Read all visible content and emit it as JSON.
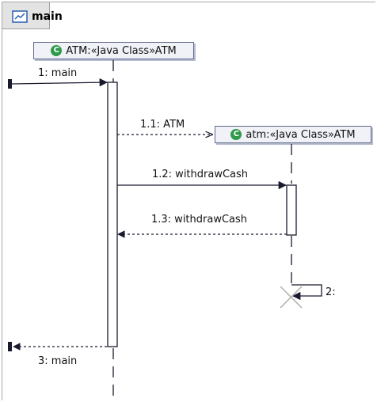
{
  "tab": {
    "title": "main",
    "icon": "sequence-diagram-icon"
  },
  "lifelines": [
    {
      "label": "ATM:«Java Class»ATM",
      "icon": "class-icon",
      "icon_letter": "C"
    },
    {
      "label": "atm:«Java Class»ATM",
      "icon": "class-icon",
      "icon_letter": "C"
    }
  ],
  "messages": [
    {
      "label": "1: main",
      "kind": "call"
    },
    {
      "label": "1.1: ATM",
      "kind": "create"
    },
    {
      "label": "1.2: withdrawCash",
      "kind": "call"
    },
    {
      "label": "1.3: withdrawCash",
      "kind": "return"
    },
    {
      "label": "2:",
      "kind": "destroy"
    },
    {
      "label": "3: main",
      "kind": "return"
    }
  ],
  "colors": {
    "activation_fill": "#ffffff",
    "lifeline_header_border": "#5e6a88",
    "line": "#1a1a2e",
    "destroy_mark": "#b0b0b0",
    "class_icon": "#2e9a4a"
  }
}
